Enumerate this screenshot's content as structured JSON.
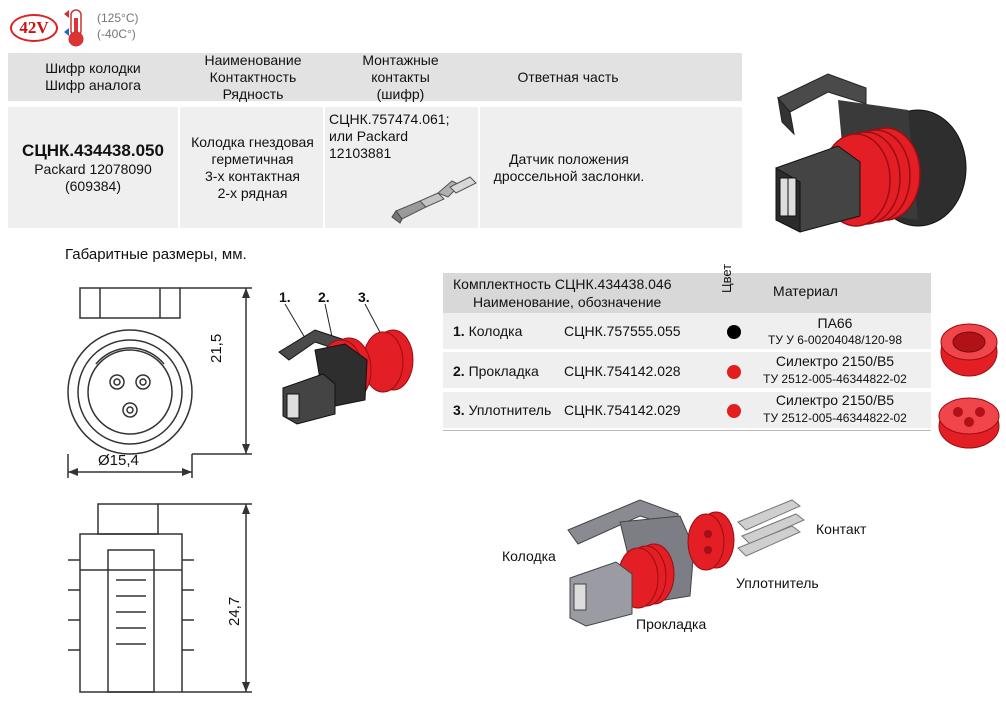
{
  "header": {
    "voltage_badge": "42V",
    "temp_max": "(125°C)",
    "temp_min": "(-40C°)"
  },
  "spec_table": {
    "headers": {
      "code": [
        "Шифр колодки",
        "Шифр аналога"
      ],
      "name": [
        "Наименование",
        "Контактность",
        "Рядность"
      ],
      "contacts": [
        "Монтажные",
        "контакты",
        "(шифр)"
      ],
      "mating": "Ответная часть"
    },
    "row": {
      "code": "СЦНК.434438.050",
      "analog": [
        "Packard 12078090",
        "(609384)"
      ],
      "name": [
        "Колодка гнездовая",
        "герметичная",
        "3-х контактная",
        "2-х рядная"
      ],
      "contacts": [
        "СЦНК.757474.061;",
        "или Packard",
        "12103881"
      ],
      "mating": [
        "Датчик положения",
        "дроссельной заслонки."
      ]
    }
  },
  "dimensions": {
    "caption": "Габаритные размеры, мм.",
    "height_top": "21,5",
    "diameter": "Ø15,4",
    "height_bottom": "24,7"
  },
  "exploded_numbers": [
    "1.",
    "2.",
    "3."
  ],
  "composition": {
    "header": {
      "title_line1": "Комплектность СЦНК.434438.046",
      "title_line2": "Наименование, обозначение",
      "color": "Цвет",
      "material": "Материал"
    },
    "rows": [
      {
        "num": "1.",
        "name": "Колодка",
        "code": "СЦНК.757555.055",
        "color": "#000000",
        "mat1": "ПА66",
        "mat2": "ТУ У 6-00204048/120-98"
      },
      {
        "num": "2.",
        "name": "Прокладка",
        "code": "СЦНК.754142.028",
        "color": "#e41e1e",
        "mat1": "Силектро 2150/В5",
        "mat2": "ТУ 2512-005-46344822-02"
      },
      {
        "num": "3.",
        "name": "Уплотнитель",
        "code": "СЦНК.754142.029",
        "color": "#e41e1e",
        "mat1": "Силектро 2150/В5",
        "mat2": "ТУ 2512-005-46344822-02"
      }
    ]
  },
  "assembly_labels": {
    "housing": "Колодка",
    "contact": "Контакт",
    "seal": "Уплотнитель",
    "gasket": "Прокладка"
  }
}
